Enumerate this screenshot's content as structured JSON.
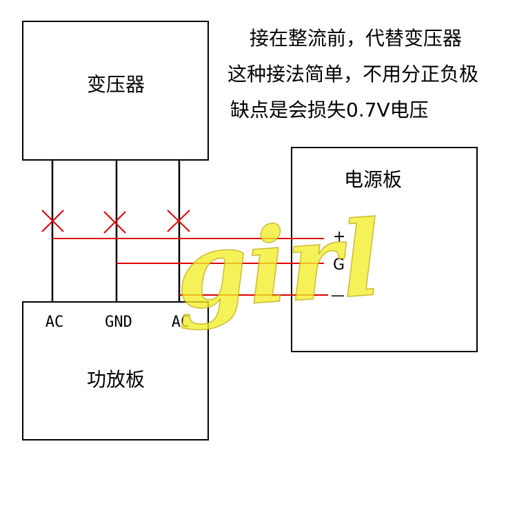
{
  "boxes": {
    "transformer": "变压器",
    "power_board": "电源板",
    "amp_board": "功放板"
  },
  "notes": [
    "接在整流前，代替变压器",
    "这种接法简单，不用分正负极",
    "缺点是会损失0.7V电压"
  ],
  "amp_terminals": [
    "AC",
    "GND",
    "AC"
  ],
  "power_terminals": {
    "plus": "+",
    "ground": "G",
    "minus": "—"
  },
  "cut_marks": [
    "×",
    "×",
    "×"
  ],
  "watermark": "girl",
  "colors": {
    "wire": "#000000",
    "box_border": "#000000",
    "new_wire": "#e00000",
    "cut_mark": "#e00000",
    "watermark_fill": "#f2ee2a",
    "watermark_stroke": "#b8a000"
  }
}
